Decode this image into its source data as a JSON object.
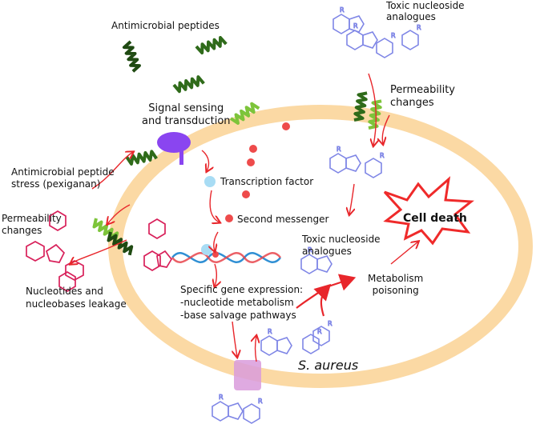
{
  "labels": {
    "antimicrobial_peptides": "Antimicrobial peptides",
    "toxic_nucleoside_analogues_top": "Toxic nucleoside\nanalogues",
    "permeability_changes_right": "Permeability\nchanges",
    "signal_sensing": "Signal sensing\nand transduction",
    "antimicrobial_peptide_stress": "Antimicrobial peptide\nstress (pexiganan)",
    "transcription_factor": "Transcription factor",
    "second_messenger": "Second messenger",
    "permeability_changes_left": "Permeability\nchanges",
    "cell_death": "Cell death",
    "toxic_nucleoside_analogues_inner": "Toxic nucleoside\nanalogues",
    "metabolism_poisoning": "Metabolism\npoisoning",
    "specific_gene_expression": "Specific gene expression:\n-nucleotide metabolism\n-base salvage pathways",
    "nucleotides_leakage": "Nucleotides and\nnucleobases leakage",
    "organism": "S. aureus"
  },
  "molecule_group_label": "R",
  "colors": {
    "cell_membrane": "#fbd9a4",
    "peptide_dark": "#1f4a12",
    "peptide_light": "#7dc43a",
    "arrow_red": "#e8262b",
    "receptor_purple": "#8a45f0",
    "transcription_factor_blue": "#a8dcf4",
    "second_messenger_red": "#ee4b4b",
    "nucleotide_pink": "#d8205a",
    "analogue_blue": "#7f86e6",
    "transporter_pink": "#d99bdc",
    "dna_blue": "#2f8fd4",
    "dna_red": "#e8444b",
    "death_burst_red": "#ef2a2a"
  }
}
